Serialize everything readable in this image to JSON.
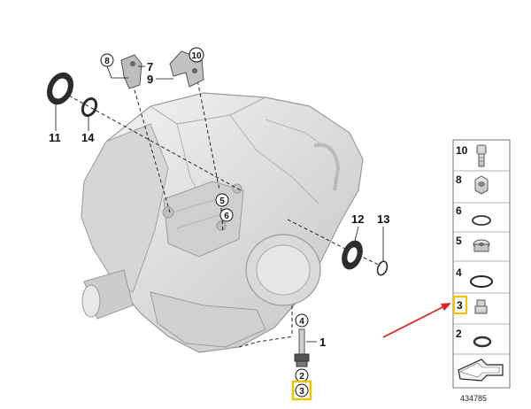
{
  "diagram": {
    "callouts": {
      "c1": "1",
      "c2": "2",
      "c3": "3",
      "c4": "4",
      "c5": "5",
      "c6": "6",
      "c7": "7",
      "c8": "8",
      "c9": "9",
      "c10": "10",
      "c11": "11",
      "c12": "12",
      "c13": "13",
      "c14": "14"
    },
    "highlight_color": "#f2c200",
    "arrow_color": "#e02020"
  },
  "parts_panel": {
    "rows": [
      {
        "number": "10"
      },
      {
        "number": "8"
      },
      {
        "number": "6"
      },
      {
        "number": "5"
      },
      {
        "number": "4"
      },
      {
        "number": "3"
      },
      {
        "number": "2"
      }
    ],
    "reference_number": "434785"
  }
}
